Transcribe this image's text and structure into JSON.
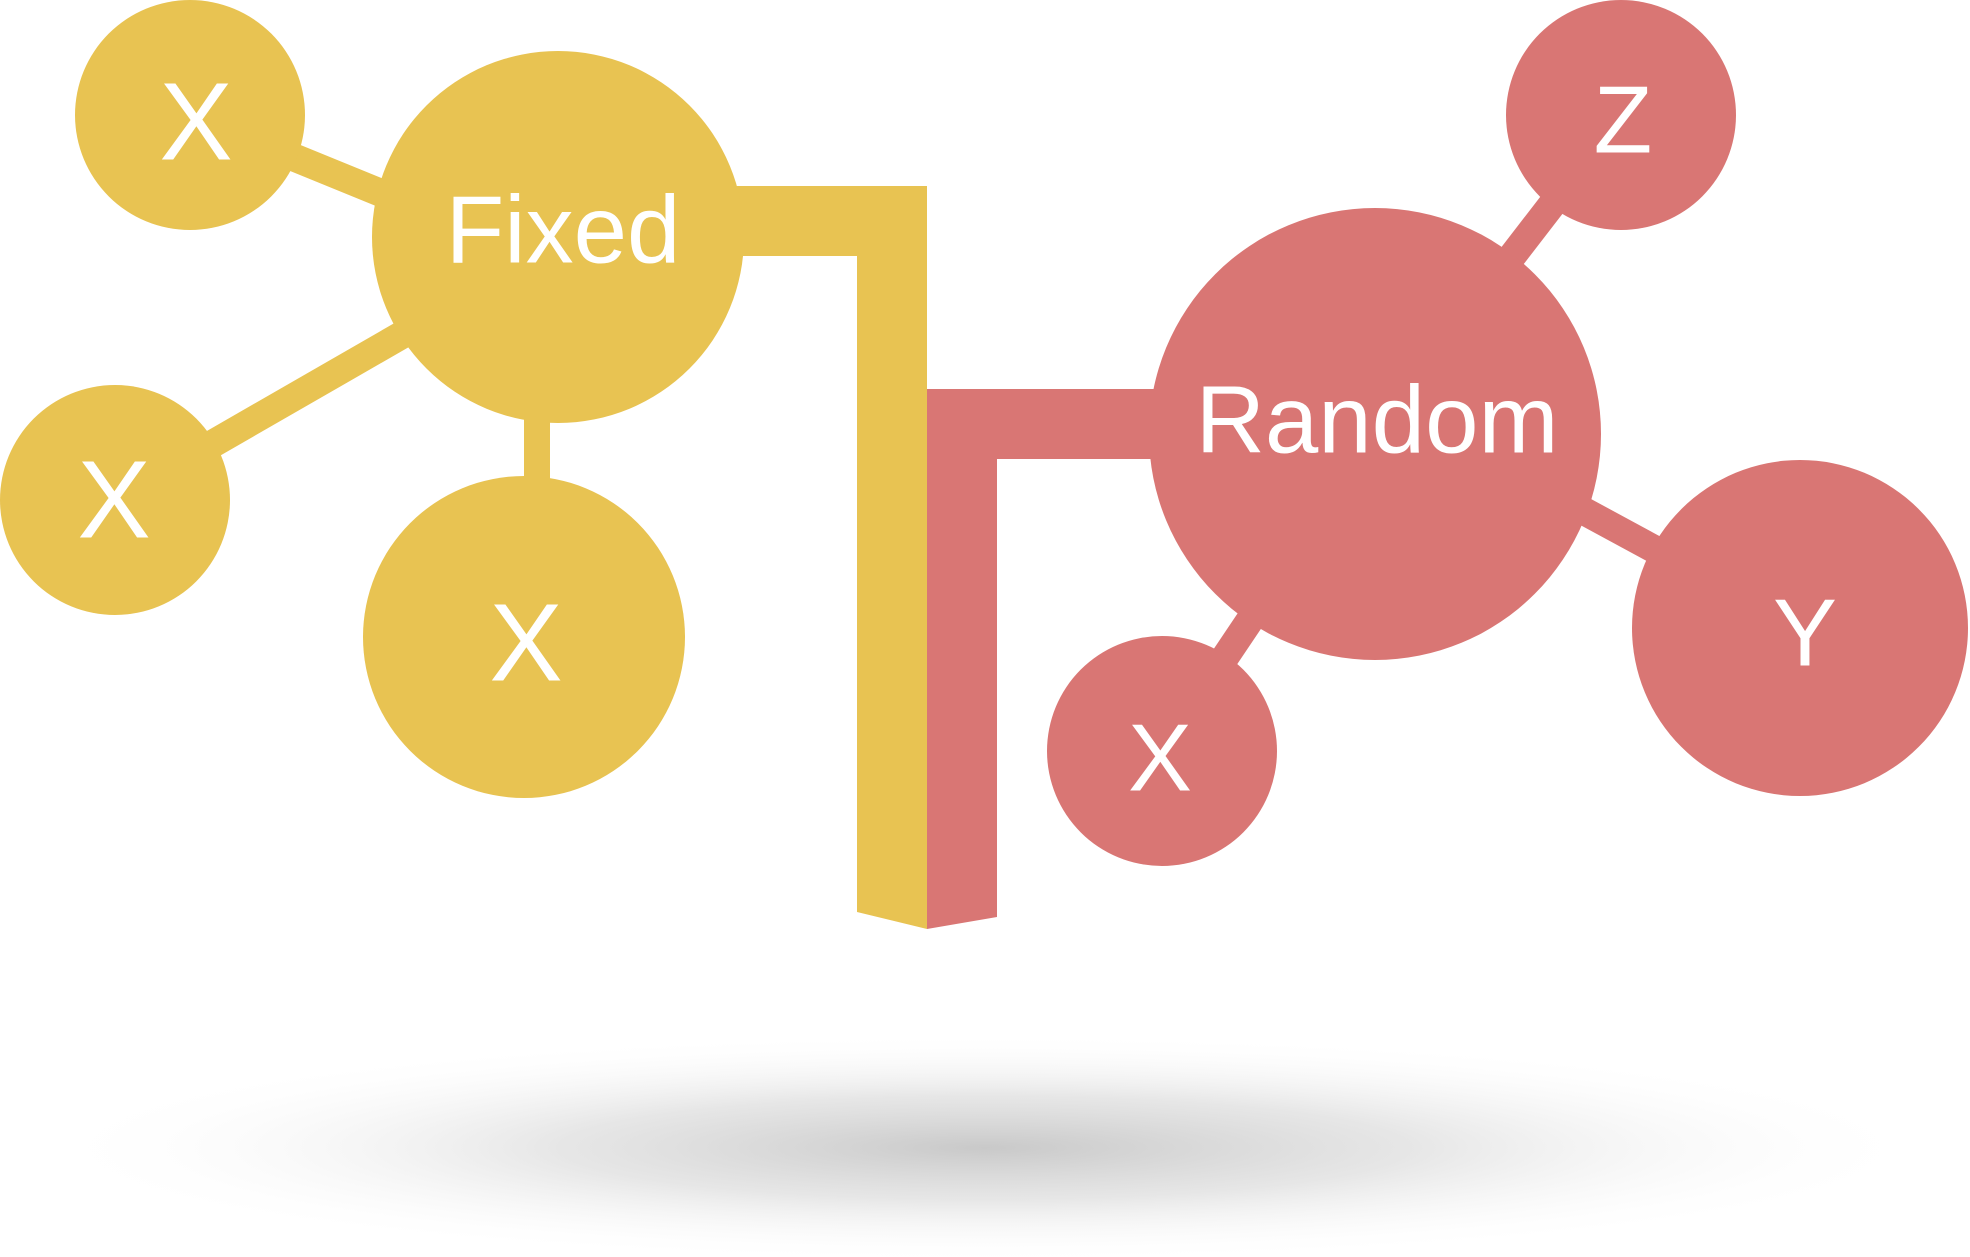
{
  "colors": {
    "fixed": "#E8C352",
    "random": "#D97674",
    "text": "#FFFFFF",
    "shadow": "#C8C8C8"
  },
  "fixed_group": {
    "hub_label": "Fixed",
    "satellites": [
      {
        "label": "X"
      },
      {
        "label": "X"
      },
      {
        "label": "X"
      }
    ]
  },
  "random_group": {
    "hub_label": "Random",
    "satellites": [
      {
        "label": "Z"
      },
      {
        "label": "Y"
      },
      {
        "label": "X"
      }
    ]
  }
}
